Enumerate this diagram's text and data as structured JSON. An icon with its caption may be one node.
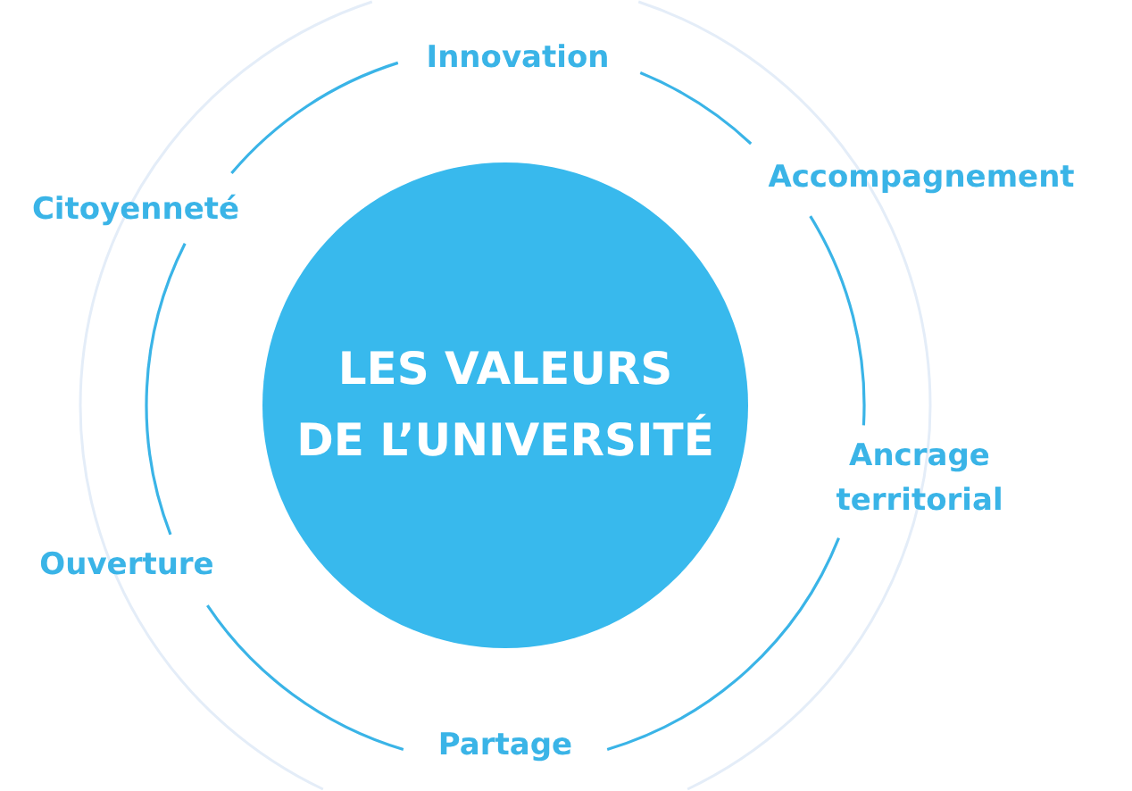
{
  "diagram": {
    "nodes": [
      {
        "text": [
          "LES VALEURS DE L’UNIVERSITÉ"
        ]
      },
      {
        "text": [
          "Innovation"
        ]
      },
      {
        "text": [
          "Accompagnement"
        ]
      },
      {
        "text": [
          "Ancrage territorial"
        ]
      },
      {
        "text": [
          "Partage"
        ]
      },
      {
        "text": [
          "Ouverture"
        ]
      },
      {
        "text": [
          "Citoyenneté"
        ]
      }
    ],
    "edges": [
      {
        "from": 1,
        "to": 2,
        "arrow": "none"
      },
      {
        "from": 2,
        "to": 3,
        "arrow": "none"
      },
      {
        "from": 3,
        "to": 4,
        "arrow": "none"
      },
      {
        "from": 4,
        "to": 5,
        "arrow": "none"
      },
      {
        "from": 5,
        "to": 6,
        "arrow": "none"
      },
      {
        "from": 6,
        "to": 1,
        "arrow": "none"
      }
    ]
  }
}
